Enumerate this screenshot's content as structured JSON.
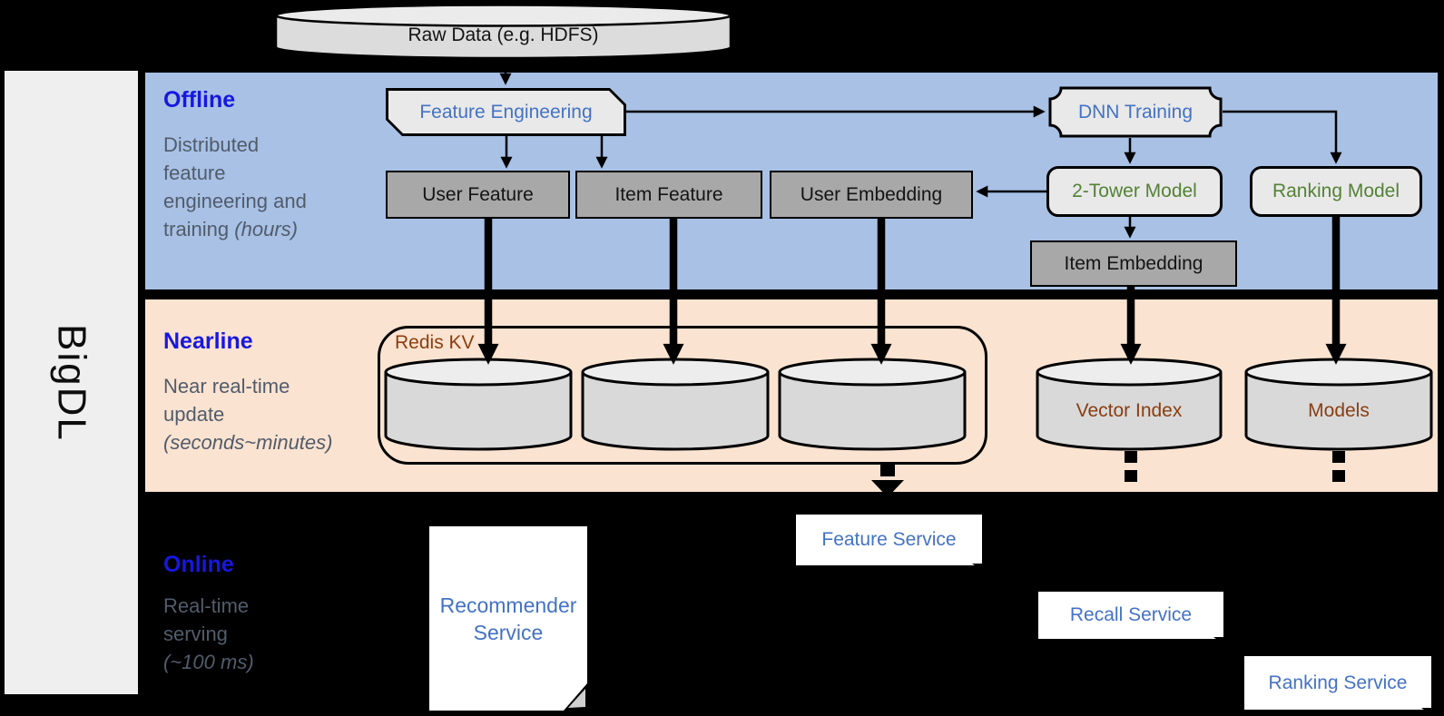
{
  "brand": "BigDL",
  "raw_data_label": "Raw Data (e.g. HDFS)",
  "sections": {
    "offline": {
      "title": "Offline",
      "line1": "Distributed",
      "line2": "feature",
      "line3": "engineering and",
      "line4": "training",
      "line4_italic": "(hours)"
    },
    "nearline": {
      "title": "Nearline",
      "line1": "Near real-time",
      "line2": "update",
      "line3_italic": "(seconds~minutes)"
    },
    "online": {
      "title": "Online",
      "line1": "Real-time",
      "line2": "serving",
      "line3_italic": "(~100 ms)"
    }
  },
  "nodes": {
    "feature_engineering": "Feature Engineering",
    "dnn_training": "DNN Training",
    "user_feature": "User Feature",
    "item_feature": "Item Feature",
    "user_embedding": "User Embedding",
    "two_tower_model": "2-Tower Model",
    "ranking_model": "Ranking Model",
    "item_embedding": "Item Embedding",
    "redis_kv": "Redis KV",
    "vector_index": "Vector Index",
    "models": "Models",
    "recommender_service": "Recommender Service",
    "feature_service": "Feature Service",
    "recall_service": "Recall Service",
    "ranking_service": "Ranking Service"
  },
  "colors": {
    "background": "#000000",
    "offline_band": "#a8c1e5",
    "nearline_band": "#fbe3d1",
    "section_title_blue": "#1717e0",
    "subtitle_gray": "#515c6b",
    "node_text_blue": "#4472c4",
    "model_text_green": "#548235",
    "store_text_brown": "#8a3e10",
    "gray_box_fill": "#a8a8a8",
    "light_box_fill": "#e9e9e9",
    "cylinder_fill": "#d9d9d9"
  }
}
